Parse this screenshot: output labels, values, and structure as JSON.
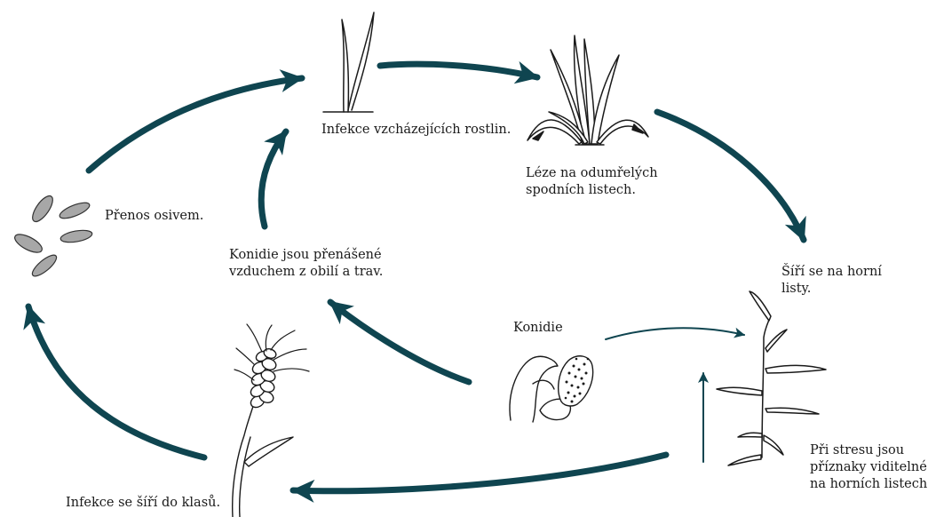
{
  "colors": {
    "arrow": "#0f4550",
    "outline": "#1a1a1a",
    "seed_fill": "#a7a7a7",
    "background": "#ffffff"
  },
  "labels": {
    "emergence": "Infekce vzcházejících rostlin.",
    "lower_leaves": [
      "Léze na odumřelých",
      "spodních listech."
    ],
    "upper_leaves": [
      "Šíří se na horní",
      "listy."
    ],
    "stress": [
      "Při stresu jsou",
      "příznaky viditelné",
      "na horních listech."
    ],
    "ears": "Infekce se šíří do klasů.",
    "seed": "Přenos osivem.",
    "airborne": [
      "Konidie jsou přenášené",
      "vzduchem z obilí a trav."
    ],
    "conidia": "Konidie"
  },
  "icons": [
    "seedling-icon",
    "wheat-tuft-icon",
    "wheat-stem-icon",
    "wheat-ear-icon",
    "seeds-icon",
    "conidia-icon"
  ]
}
